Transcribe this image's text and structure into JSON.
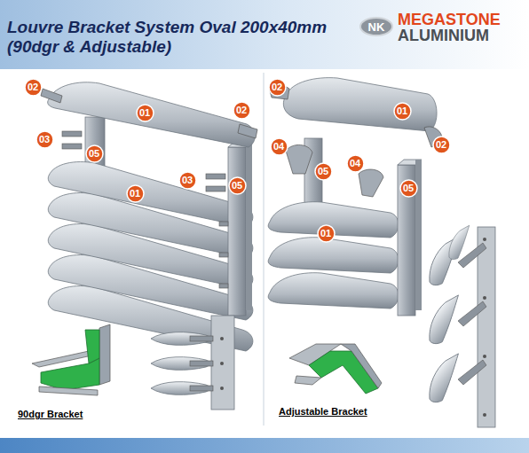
{
  "diagram": {
    "title": "Louvre Bracket System Oval 200x40mm (90dgr & Adjustable)",
    "nodes": [
      {
        "text": [
          "NK"
        ]
      },
      {
        "text": [
          "02"
        ]
      },
      {
        "text": [
          "01"
        ]
      },
      {
        "text": [
          "02"
        ]
      },
      {
        "text": [
          "03"
        ]
      },
      {
        "text": [
          "05"
        ]
      },
      {
        "text": [
          "03"
        ]
      },
      {
        "text": [
          "05"
        ]
      },
      {
        "text": [
          "01"
        ]
      },
      {
        "text": [
          "02"
        ]
      },
      {
        "text": [
          "01"
        ]
      },
      {
        "text": [
          "02"
        ]
      },
      {
        "text": [
          "04"
        ]
      },
      {
        "text": [
          "05"
        ]
      },
      {
        "text": [
          "04"
        ]
      },
      {
        "text": [
          "05"
        ]
      },
      {
        "text": [
          "01"
        ]
      }
    ],
    "labels": [
      "MEGASTONE",
      "ALUMINIUM",
      "90dgr Bracket",
      "Adjustable Bracket"
    ]
  }
}
